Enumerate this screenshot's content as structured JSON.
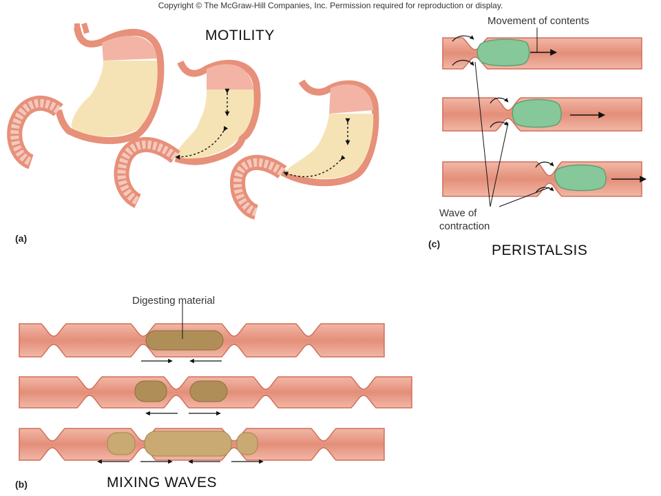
{
  "copyright": "Copyright © The McGraw-Hill Companies, Inc. Permission required for reproduction or display.",
  "titles": {
    "motility": "MOTILITY",
    "peristalsis": "PERISTALSIS",
    "mixing_waves": "MIXING WAVES"
  },
  "panel_labels": {
    "a": "(a)",
    "b": "(b)",
    "c": "(c)"
  },
  "labels": {
    "movement_of_contents": "Movement of contents",
    "wave_of_contraction_line1": "Wave of",
    "wave_of_contraction_line2": "contraction",
    "digesting_material": "Digesting material"
  },
  "colors": {
    "muscle": "#e39a86",
    "muscle_dark": "#d97a64",
    "lining": "#f3c2b4",
    "stomach_fill": "#f6e3b5",
    "food": "#b08e58",
    "bolus": "#86c89a"
  }
}
